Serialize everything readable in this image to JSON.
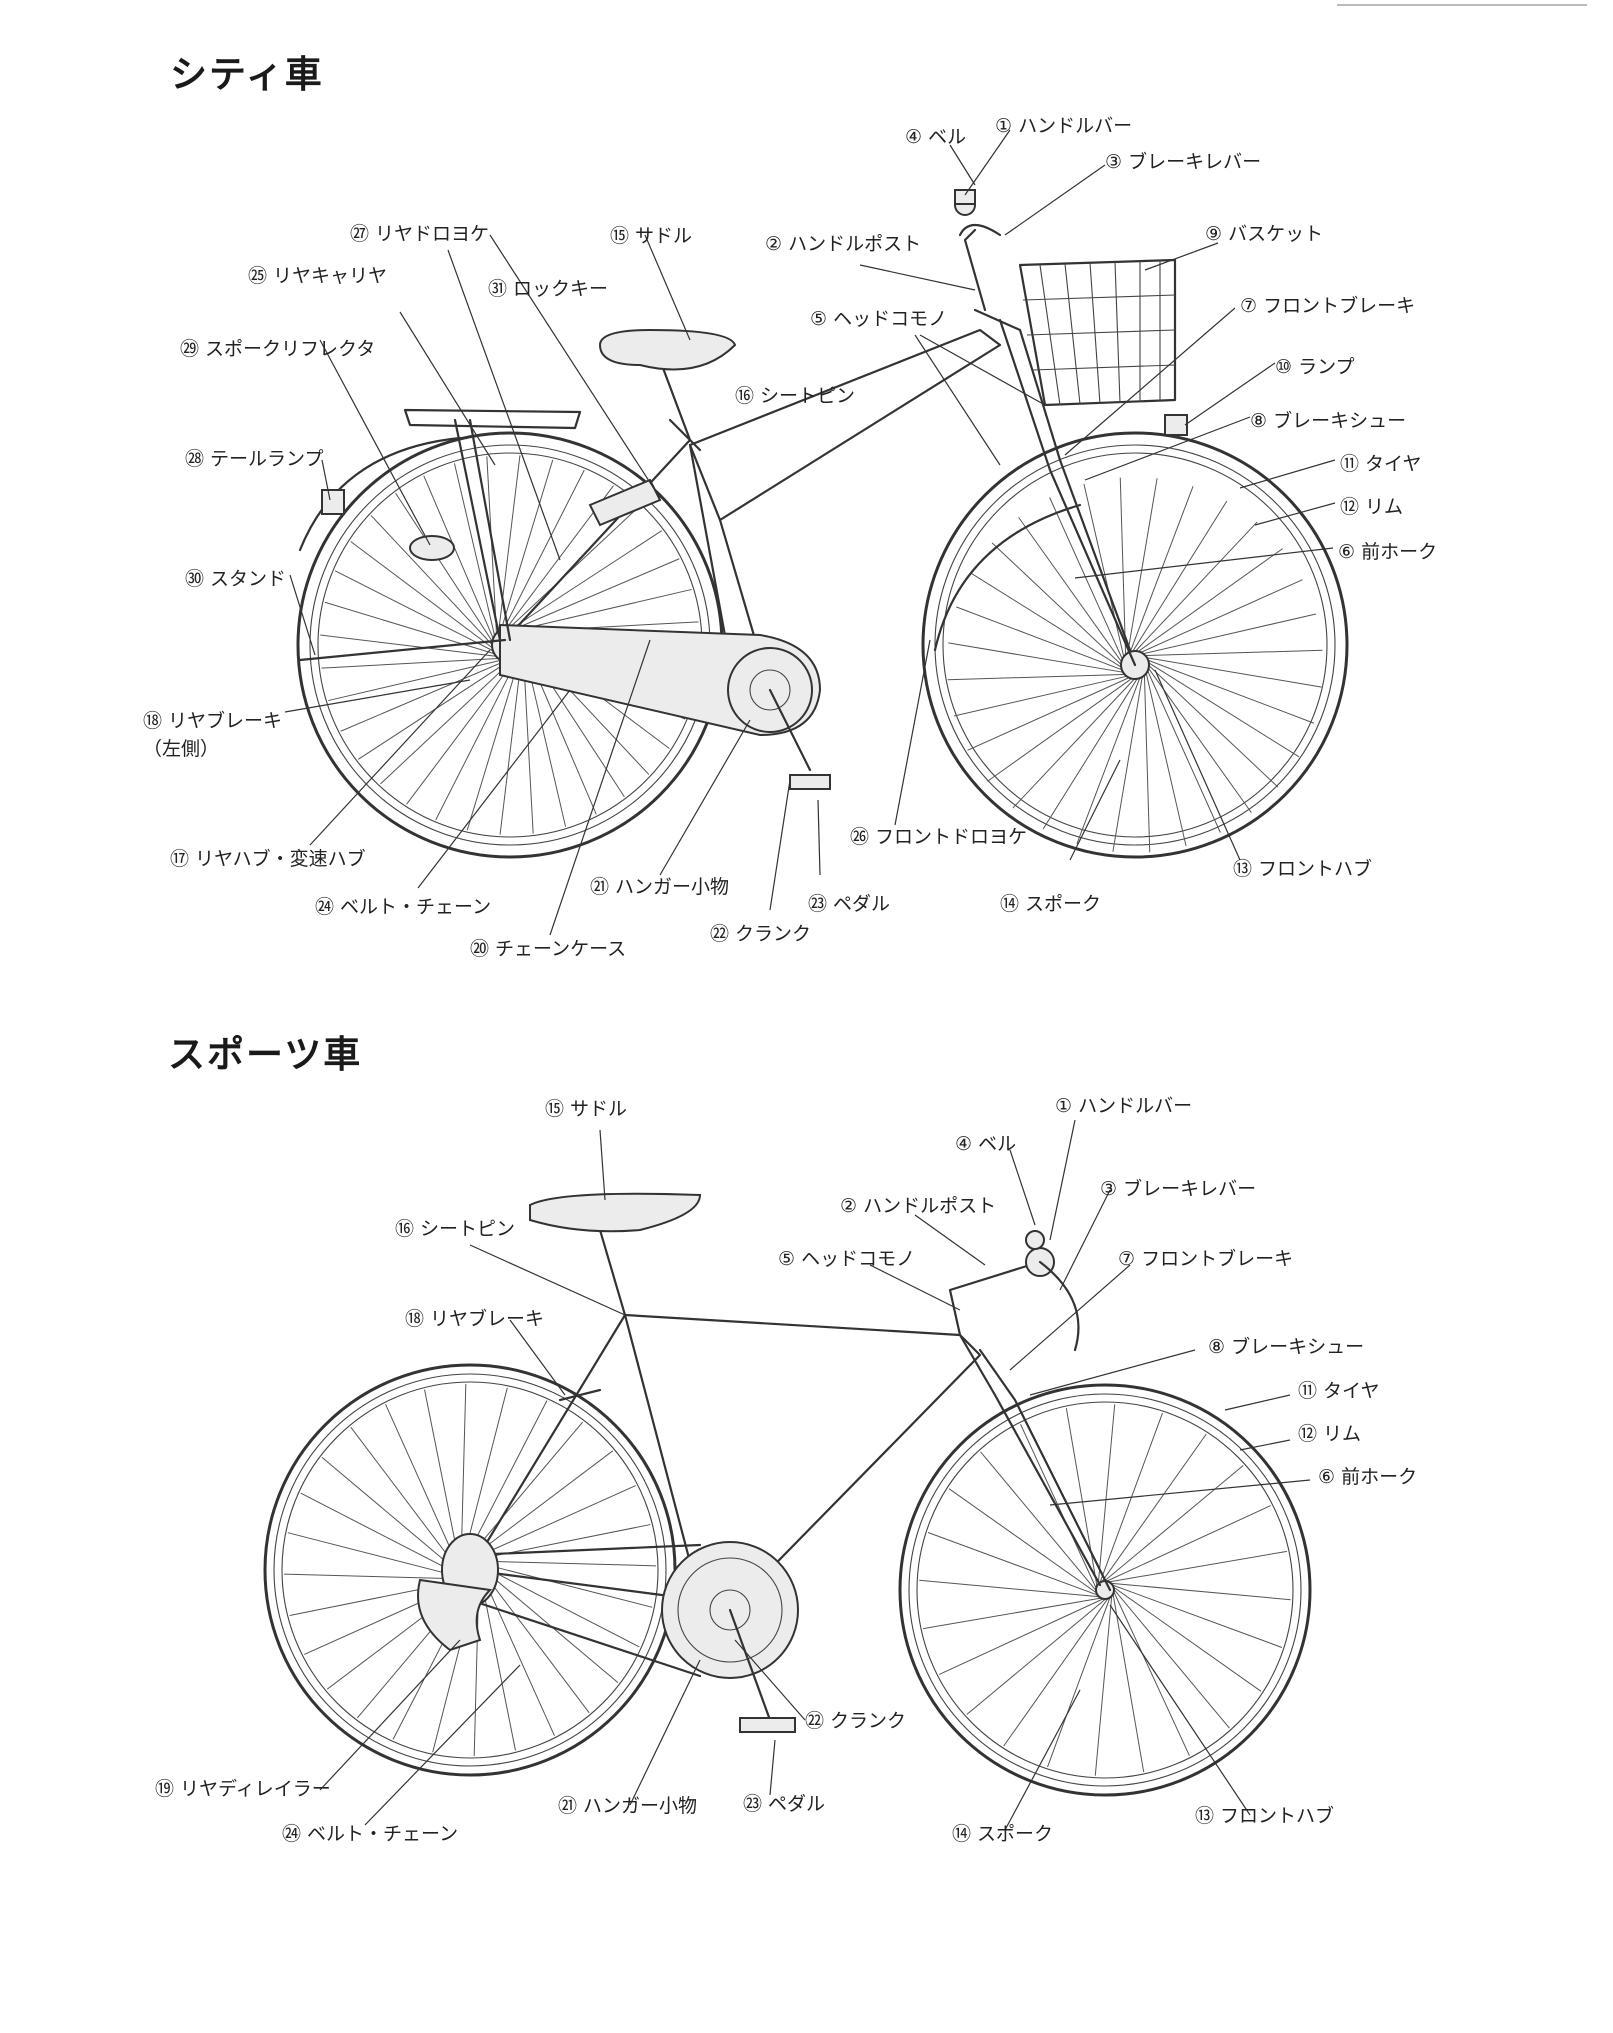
{
  "city": {
    "title": "シティ車",
    "labels": [
      {
        "id": "l4",
        "text": "④ ベル"
      },
      {
        "id": "l1",
        "text": "① ハンドルバー"
      },
      {
        "id": "l3",
        "text": "③ ブレーキレバー"
      },
      {
        "id": "l27",
        "text": "㉗ リヤドロヨケ"
      },
      {
        "id": "l15",
        "text": "⑮ サドル"
      },
      {
        "id": "l2",
        "text": "② ハンドルポスト"
      },
      {
        "id": "l9",
        "text": "⑨ バスケット"
      },
      {
        "id": "l25",
        "text": "㉕ リヤキャリヤ"
      },
      {
        "id": "l31",
        "text": "㉛ ロックキー"
      },
      {
        "id": "l5",
        "text": "⑤ ヘッドコモノ"
      },
      {
        "id": "l7",
        "text": "⑦ フロントブレーキ"
      },
      {
        "id": "l29",
        "text": "㉙ スポークリフレクタ"
      },
      {
        "id": "l10",
        "text": "⑩ ランプ"
      },
      {
        "id": "l16",
        "text": "⑯ シートピン"
      },
      {
        "id": "l8",
        "text": "⑧ ブレーキシュー"
      },
      {
        "id": "l28",
        "text": "㉘ テールランプ"
      },
      {
        "id": "l11",
        "text": "⑪ タイヤ"
      },
      {
        "id": "l12",
        "text": "⑫ リム"
      },
      {
        "id": "l6",
        "text": "⑥ 前ホーク"
      },
      {
        "id": "l30",
        "text": "㉚ スタンド"
      },
      {
        "id": "l18",
        "text": "⑱ リヤブレーキ"
      },
      {
        "id": "l18b",
        "text": "（左側）"
      },
      {
        "id": "l26",
        "text": "㉖ フロントドロヨケ"
      },
      {
        "id": "l13",
        "text": "⑬ フロントハブ"
      },
      {
        "id": "l17",
        "text": "⑰ リヤハブ・変速ハブ"
      },
      {
        "id": "l21",
        "text": "㉑ ハンガー小物"
      },
      {
        "id": "l23",
        "text": "㉓ ペダル"
      },
      {
        "id": "l14",
        "text": "⑭ スポーク"
      },
      {
        "id": "l24",
        "text": "㉔ ベルト・チェーン"
      },
      {
        "id": "l22",
        "text": "㉒ クランク"
      },
      {
        "id": "l20",
        "text": "⑳ チェーンケース"
      }
    ]
  },
  "sports": {
    "title": "スポーツ車",
    "labels": [
      {
        "id": "s15",
        "text": "⑮ サドル"
      },
      {
        "id": "s1",
        "text": "① ハンドルバー"
      },
      {
        "id": "s4",
        "text": "④ ベル"
      },
      {
        "id": "s3",
        "text": "③ ブレーキレバー"
      },
      {
        "id": "s2",
        "text": "② ハンドルポスト"
      },
      {
        "id": "s16",
        "text": "⑯ シートピン"
      },
      {
        "id": "s5",
        "text": "⑤ ヘッドコモノ"
      },
      {
        "id": "s7",
        "text": "⑦ フロントブレーキ"
      },
      {
        "id": "s18",
        "text": "⑱ リヤブレーキ"
      },
      {
        "id": "s8",
        "text": "⑧ ブレーキシュー"
      },
      {
        "id": "s11",
        "text": "⑪ タイヤ"
      },
      {
        "id": "s12",
        "text": "⑫ リム"
      },
      {
        "id": "s6",
        "text": "⑥ 前ホーク"
      },
      {
        "id": "s22",
        "text": "㉒ クランク"
      },
      {
        "id": "s19",
        "text": "⑲ リヤディレイラー"
      },
      {
        "id": "s21",
        "text": "㉑ ハンガー小物"
      },
      {
        "id": "s23",
        "text": "㉓ ペダル"
      },
      {
        "id": "s14",
        "text": "⑭ スポーク"
      },
      {
        "id": "s13",
        "text": "⑬ フロントハブ"
      },
      {
        "id": "s24",
        "text": "㉔ ベルト・チェーン"
      }
    ]
  }
}
